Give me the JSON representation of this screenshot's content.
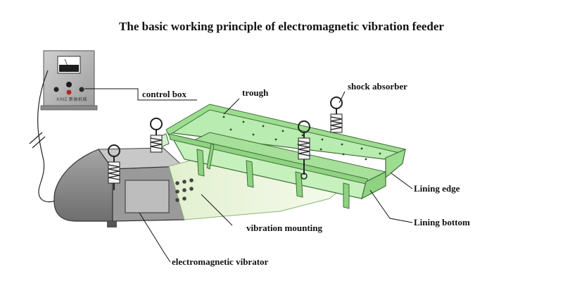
{
  "title": "The basic working principle of electromagnetic vibration feeder",
  "labels": {
    "control_box": "control box",
    "trough": "trough",
    "shock_absorber": "shock absorber",
    "lining_edge": "Lining edge",
    "lining_bottom": "Lining bottom",
    "vibration_mounting": "vibration mounting",
    "electromagnetic_vibrator": "electromagnetic vibrator"
  },
  "control_box_brand": "XINZ 新振机械",
  "colors": {
    "trough_fill": "#b9ecb0",
    "trough_dark": "#7fcf73",
    "vibrator_body": "#8c8c8c",
    "control_box": "#b8b8b8",
    "mounting_fill": "#e6f5d4"
  }
}
